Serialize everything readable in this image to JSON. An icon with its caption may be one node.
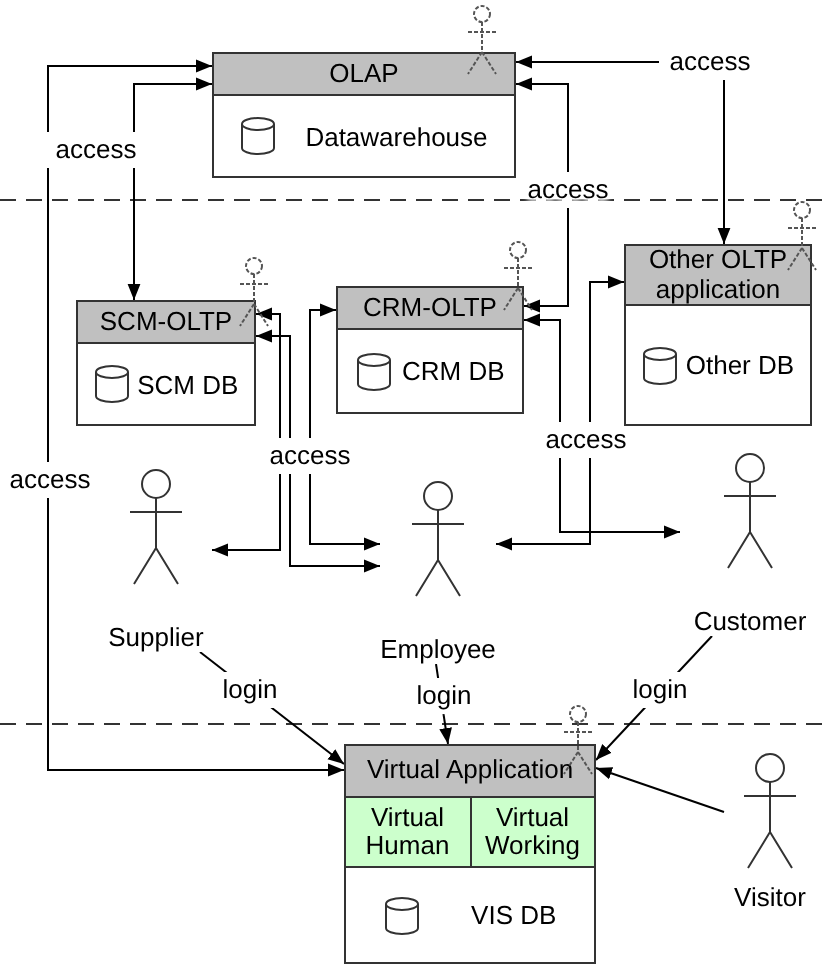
{
  "diagram": {
    "nodes": [
      {
        "text": [
          "OLAP",
          "Datawarehouse"
        ]
      },
      {
        "text": [
          "SCM-OLTP",
          "SCM DB"
        ]
      },
      {
        "text": [
          "CRM-OLTP",
          "CRM DB"
        ]
      },
      {
        "text": [
          "Other OLTP application",
          "Other DB"
        ]
      },
      {
        "text": [
          "Supplier"
        ]
      },
      {
        "text": [
          "Employee"
        ]
      },
      {
        "text": [
          "Customer"
        ]
      },
      {
        "text": [
          "Virtual Application",
          "VIS DB"
        ]
      },
      {
        "text": [
          "Virtual Human"
        ],
        "in": 7
      },
      {
        "text": [
          "Virtual Working"
        ],
        "in": 7
      },
      {
        "text": [
          "Visitor"
        ]
      }
    ],
    "edges": [
      {
        "from": 0,
        "to": 7,
        "arrow": "both",
        "label": "access"
      },
      {
        "from": 0,
        "to": 1,
        "arrow": "both",
        "label": "access"
      },
      {
        "from": 0,
        "to": 3,
        "arrow": "both",
        "label": "access"
      },
      {
        "from": 0,
        "to": 2,
        "arrow": "both",
        "label": "access"
      },
      {
        "from": 1,
        "to": 4,
        "arrow": "both"
      },
      {
        "from": 1,
        "to": 5,
        "arrow": "both",
        "label": "access"
      },
      {
        "from": 2,
        "to": 5,
        "arrow": "both"
      },
      {
        "from": 2,
        "to": 6,
        "arrow": "both",
        "label": "access"
      },
      {
        "from": 3,
        "to": 5,
        "arrow": "both"
      },
      {
        "from": 4,
        "to": 7,
        "arrow": "to",
        "label": "login"
      },
      {
        "from": 5,
        "to": 7,
        "arrow": "to",
        "label": "login"
      },
      {
        "from": 6,
        "to": 7,
        "arrow": "to",
        "label": "login"
      },
      {
        "from": 10,
        "to": 7,
        "arrow": "to"
      }
    ]
  }
}
